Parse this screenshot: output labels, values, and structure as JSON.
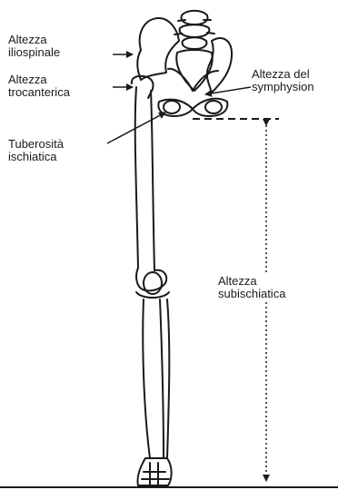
{
  "labels": {
    "iliospinale": {
      "line1": "Altezza",
      "line2": "iliospinale"
    },
    "trocanterica": {
      "line1": "Altezza",
      "line2": "trocanterica"
    },
    "tuberosita": {
      "line1": "Tuberosità",
      "line2": "ischiatica"
    },
    "symphysion": {
      "line1": "Altezza del",
      "line2": "symphysion"
    },
    "subischiatica": {
      "line1": "Altezza",
      "line2": "subischiatica"
    }
  },
  "icons": {
    "arrow_marker": "arrowhead",
    "skeleton": "lower-limb-skeleton-illustration"
  },
  "colors": {
    "ink": "#1a1a1a",
    "background": "#ffffff"
  }
}
